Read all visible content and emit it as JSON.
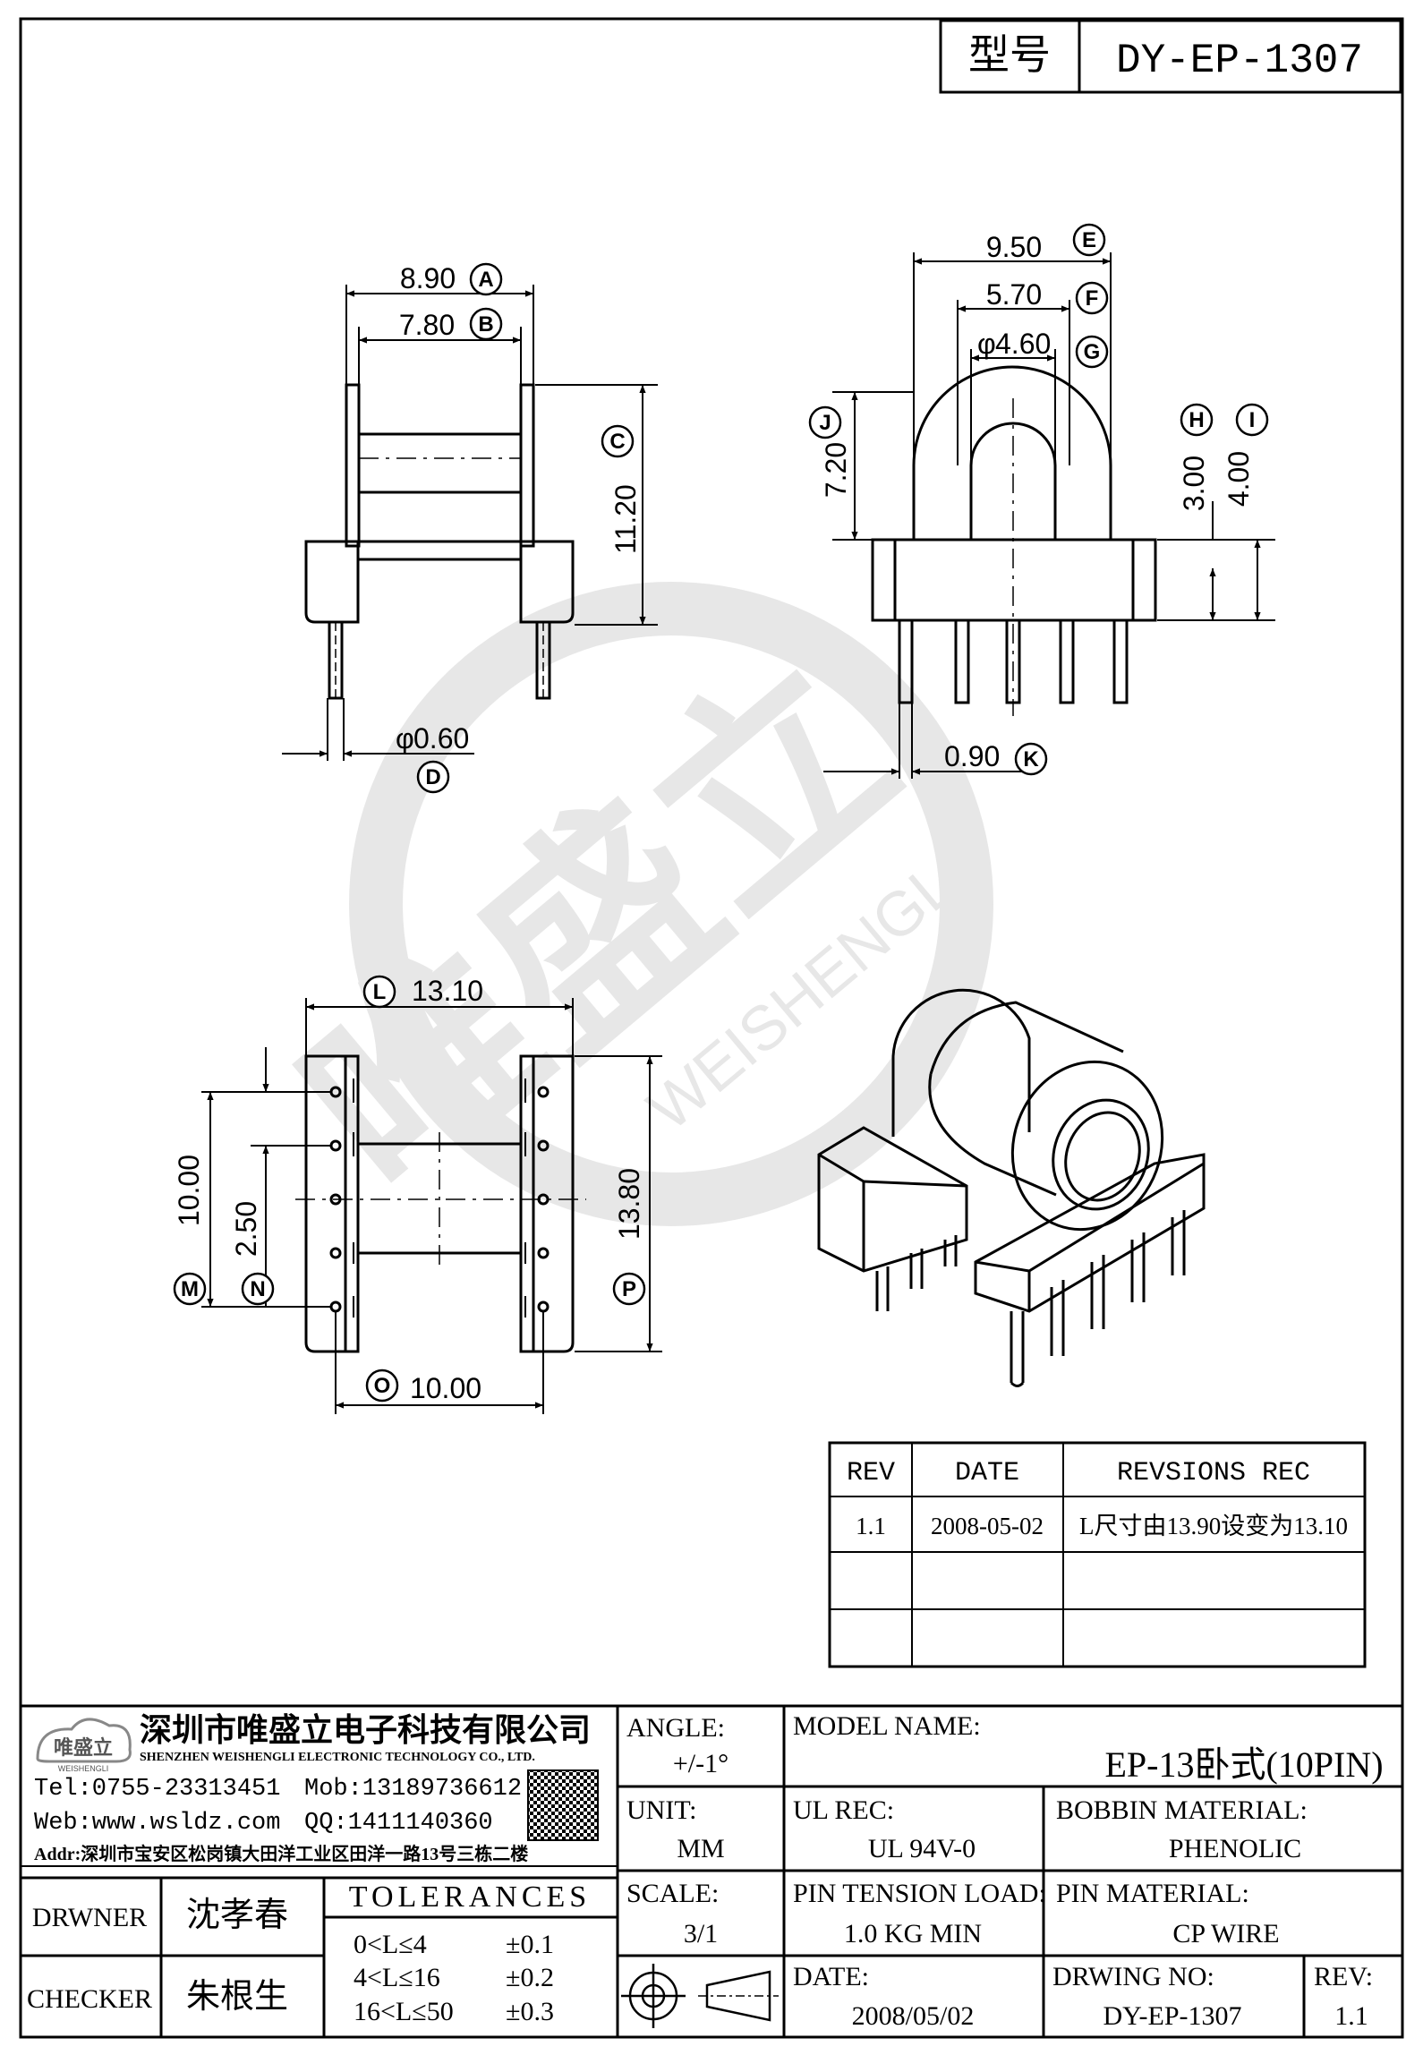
{
  "title_block_top": {
    "label": "型号",
    "value": "DY-EP-1307"
  },
  "dimensions": {
    "A": "8.90",
    "B": "7.80",
    "C": "11.20",
    "D": "0.60",
    "E": "9.50",
    "F": "5.70",
    "G": "4.60",
    "H": "3.00",
    "I": "4.00",
    "J": "7.20",
    "K": "0.90",
    "L": "13.10",
    "M": "10.00",
    "N": "2.50",
    "O": "10.00",
    "P": "13.80"
  },
  "dim_letters": [
    "A",
    "B",
    "C",
    "D",
    "E",
    "F",
    "G",
    "H",
    "I",
    "J",
    "K",
    "L",
    "M",
    "N",
    "O",
    "P"
  ],
  "diameter_symbol": "φ",
  "watermark": {
    "cn": "唯盛立",
    "en": "WEISHENGLI"
  },
  "revisions": {
    "headers": [
      "REV",
      "DATE",
      "REVSIONS REC"
    ],
    "rows": [
      [
        "1.1",
        "2008-05-02",
        "L尺寸由13.90设变为13.10"
      ],
      [
        "",
        "",
        ""
      ],
      [
        "",
        "",
        ""
      ]
    ]
  },
  "company": {
    "logo_cn": "唯盛立",
    "logo_en": "WEISHENGLI",
    "name_cn": "深圳市唯盛立电子科技有限公司",
    "name_en": "SHENZHEN WEISHENGLI ELECTRONIC TECHNOLOGY CO., LTD.",
    "tel": "Tel:0755-23313451",
    "mob": "Mob:13189736612",
    "web": "Web:www.wsldz.com",
    "qq": "QQ:1411140360",
    "addr": "Addr:深圳市宝安区松岗镇大田洋工业区田洋一路13号三栋二楼"
  },
  "title_block": {
    "angle_label": "ANGLE:",
    "angle_value": "+/-1°",
    "unit_label": "UNIT:",
    "unit_value": "MM",
    "scale_label": "SCALE:",
    "scale_value": "3/1",
    "model_name_label": "MODEL NAME:",
    "model_name_value": "EP-13卧式(10PIN)",
    "ul_rec_label": "UL REC:",
    "ul_rec_value": "UL 94V-0",
    "bobbin_material_label": "BOBBIN MATERIAL:",
    "bobbin_material_value": "PHENOLIC",
    "pin_tension_label": "PIN TENSION LOAD:",
    "pin_tension_value": "1.0 KG MIN",
    "pin_material_label": "PIN MATERIAL:",
    "pin_material_value": "CP WIRE",
    "date_label": "DATE:",
    "date_value": "2008/05/02",
    "drwing_no_label": "DRWING NO:",
    "drwing_no_value": "DY-EP-1307",
    "rev_label": "REV:",
    "rev_value": "1.1",
    "drawner_label": "DRWNER",
    "drawner_value": "沈孝春",
    "checker_label": "CHECKER",
    "checker_value": "朱根生",
    "tolerances_label": "TOLERANCES",
    "tolerances": [
      {
        "range": "0<L≤4",
        "tol": "±0.1"
      },
      {
        "range": "4<L≤16",
        "tol": "±0.2"
      },
      {
        "range": "16<L≤50",
        "tol": "±0.3"
      }
    ]
  }
}
